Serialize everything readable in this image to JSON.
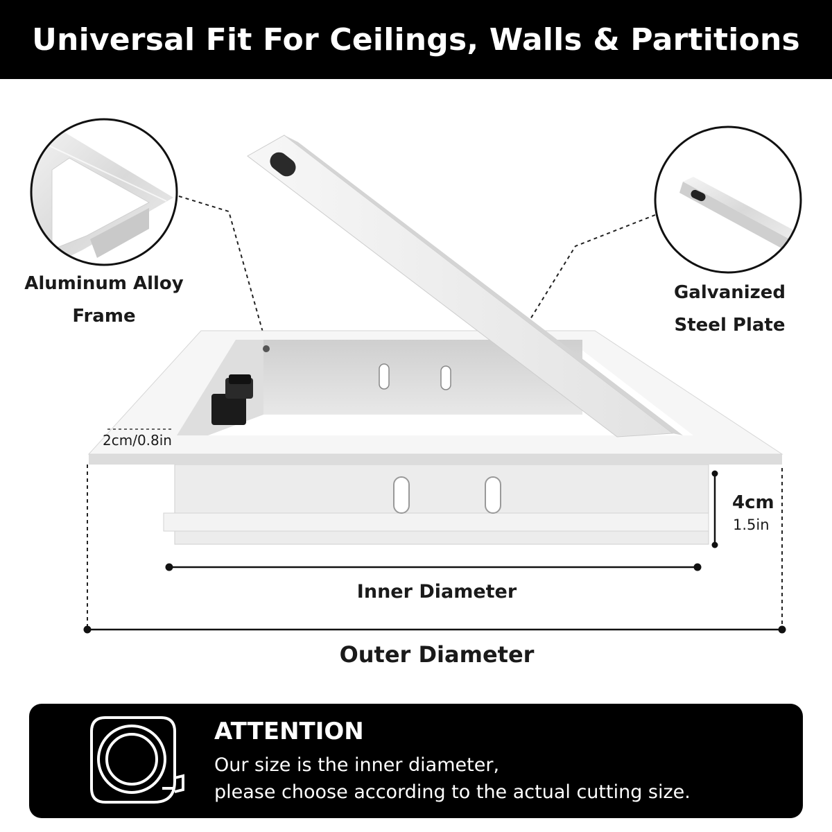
{
  "header": {
    "title": "Universal Fit For Ceilings, Walls & Partitions"
  },
  "callouts": {
    "frame": {
      "line1": "Aluminum Alloy",
      "line2": "Frame",
      "icon": "aluminum-frame-corner-icon"
    },
    "plate": {
      "line1": "Galvanized",
      "line2": "Steel Plate",
      "icon": "steel-plate-lock-icon"
    }
  },
  "dimensions": {
    "frame_width": "2cm/0.8in",
    "depth_cm": "4cm",
    "depth_in": "1.5in",
    "inner": "Inner Diameter",
    "outer": "Outer Diameter"
  },
  "attention": {
    "title": "ATTENTION",
    "line1": "Our size is the inner diameter,",
    "line2": "please choose according to the actual cutting size.",
    "icon": "tape-measure-icon"
  },
  "colors": {
    "header_bg": "#000000",
    "panel_bg": "#000000",
    "text": "#1a1a1a"
  }
}
